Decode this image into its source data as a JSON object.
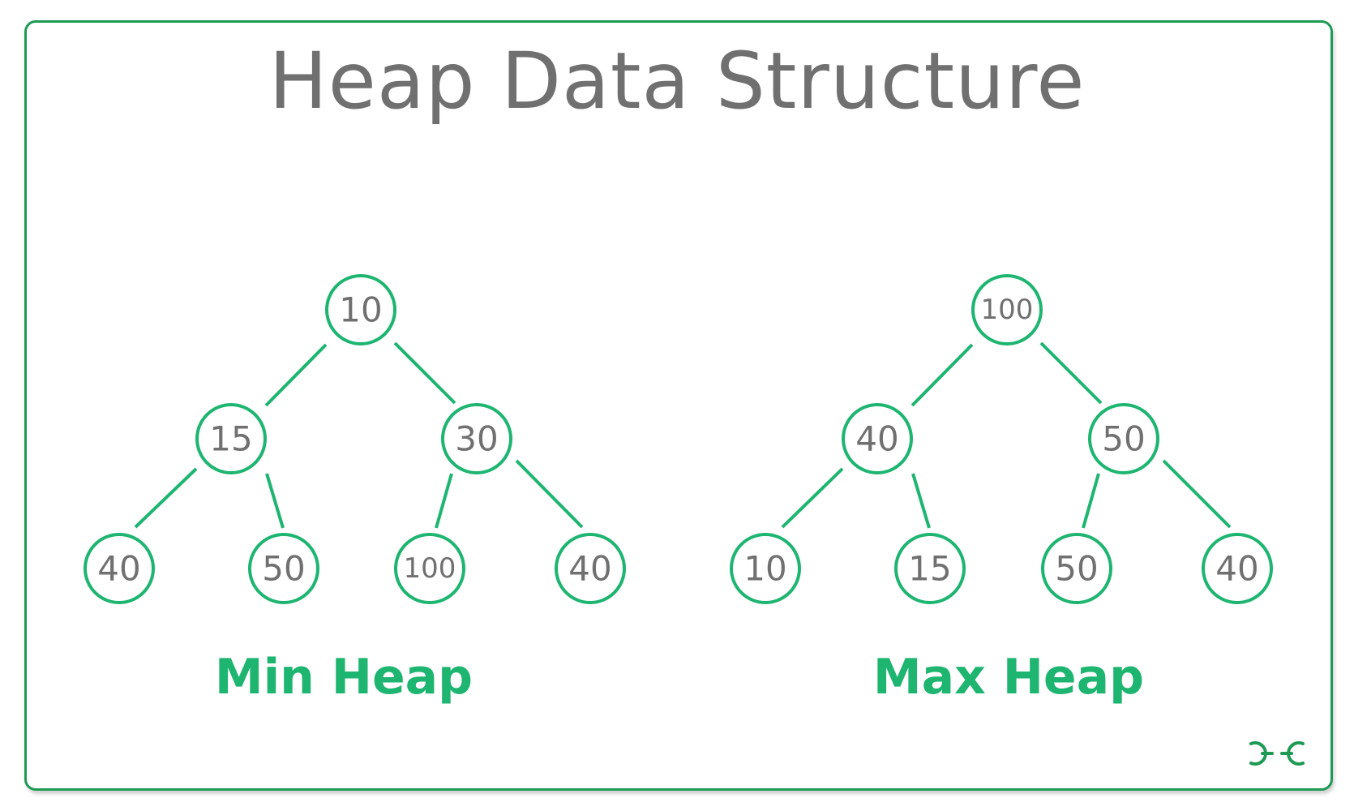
{
  "title": "Heap Data Structure",
  "accent_color": "#1eb571",
  "border_color": "#1e9a54",
  "text_color": "#707070",
  "heaps": [
    {
      "label": "Min Heap",
      "nodes": [
        "10",
        "15",
        "30",
        "40",
        "50",
        "100",
        "40"
      ]
    },
    {
      "label": "Max Heap",
      "nodes": [
        "100",
        "40",
        "50",
        "10",
        "15",
        "50",
        "40"
      ]
    }
  ],
  "logo": {
    "name": "gfg-logo-icon",
    "text": "GG"
  }
}
